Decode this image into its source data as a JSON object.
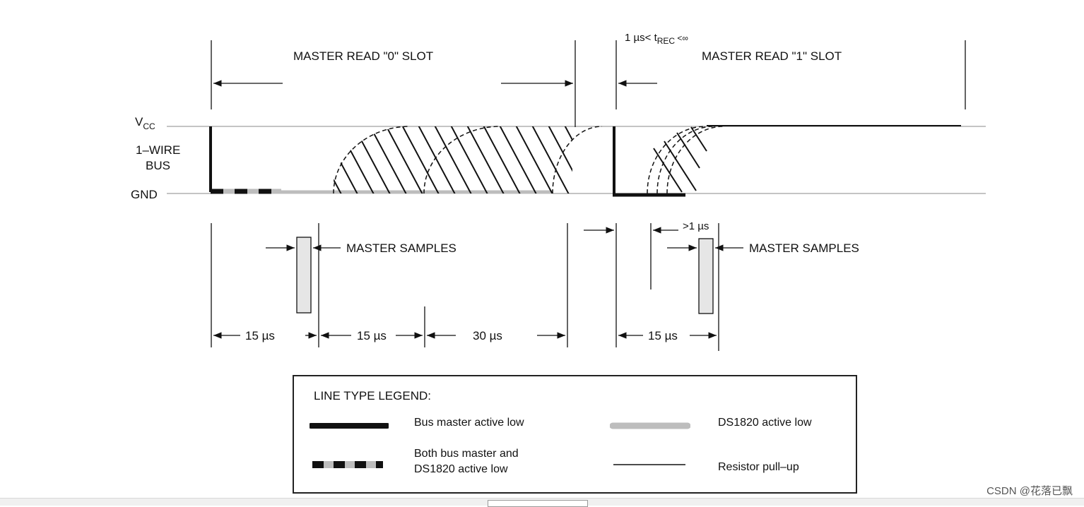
{
  "diagram": {
    "read0_slot": "MASTER READ \"0\" SLOT",
    "read1_slot": "MASTER READ \"1\" SLOT",
    "trec_prefix": "1 µs< t",
    "trec_sub": "REC",
    "trec_suffix": " <∞",
    "vcc": "V",
    "vcc_sub": "CC",
    "bus_line1": "1–WIRE",
    "bus_line2": "BUS",
    "gnd": "GND",
    "master_samples_left": "MASTER SAMPLES",
    "master_samples_right": "MASTER SAMPLES",
    "gt1us": ">1 µs",
    "t_15a": "15 µs",
    "t_15b": "15 µs",
    "t_30": "30 µs",
    "t_15c": "15 µs"
  },
  "legend": {
    "title": "LINE TYPE LEGEND:",
    "items": [
      {
        "label": "Bus master active low"
      },
      {
        "label": "DS1820 active low"
      },
      {
        "label_line1": "Both bus master and",
        "label_line2": "DS1820 active low"
      },
      {
        "label": "Resistor pull–up"
      }
    ]
  },
  "watermark": "CSDN @花落已飘",
  "colors": {
    "line": "#111111",
    "ds1820": "#bdbdbd",
    "sample_box": "#e6e6e6"
  }
}
